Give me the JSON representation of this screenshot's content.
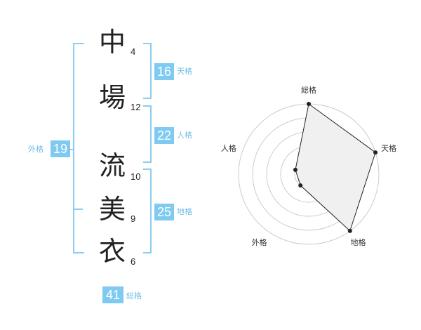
{
  "name": {
    "chars": [
      {
        "char": "中",
        "strokes": "4"
      },
      {
        "char": "場",
        "strokes": "12"
      },
      {
        "char": "流",
        "strokes": "10"
      },
      {
        "char": "美",
        "strokes": "9"
      },
      {
        "char": "衣",
        "strokes": "6"
      }
    ]
  },
  "fortunes": {
    "tenkaku": {
      "value": "16",
      "label": "天格"
    },
    "jinkaku": {
      "value": "22",
      "label": "人格"
    },
    "chikaku": {
      "value": "25",
      "label": "地格"
    },
    "gaikaku": {
      "value": "19",
      "label": "外格"
    },
    "soukaku": {
      "value": "41",
      "label": "総格"
    }
  },
  "radar": {
    "axes": [
      "総格",
      "天格",
      "地格",
      "外格",
      "人格"
    ],
    "levels": [
      5,
      5,
      5,
      1,
      1
    ],
    "max": 5,
    "fill": "#f0f0f0",
    "stroke": "#222222",
    "ring_color": "#cccccc"
  },
  "colors": {
    "accent": "#7fcaf0",
    "accent_text": "#6fbfe8"
  }
}
